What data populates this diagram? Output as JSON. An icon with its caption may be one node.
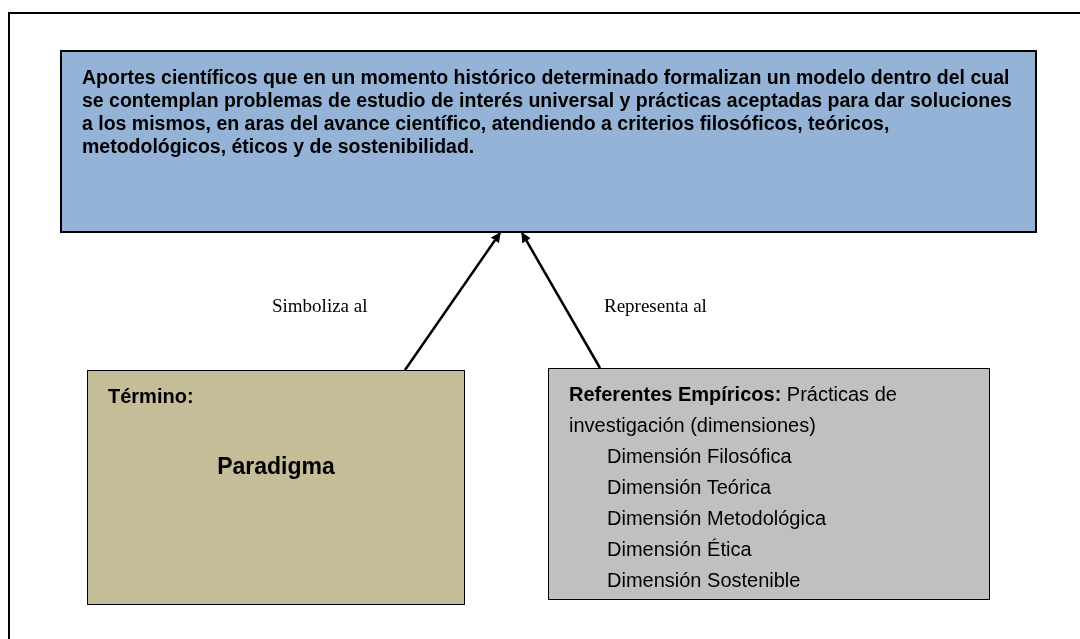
{
  "diagram": {
    "nodes": [
      {
        "text": [
          "Aportes científicos que en un momento histórico determinado formalizan un modelo dentro del cual se contemplan problemas de estudio de interés universal y prácticas aceptadas para dar soluciones a los mismos, en aras del avance científico, atendiendo a criterios filosóficos, teóricos, metodológicos, éticos y de sostenibilidad."
        ]
      },
      {
        "text": [
          "Término:",
          "Paradigma"
        ]
      },
      {
        "text": [
          "**Referentes Empíricos:** Prácticas de investigación (dimensiones)",
          "Dimensión Filosófica",
          "Dimensión Teórica",
          "Dimensión Metodológica",
          "Dimensión Ética",
          "Dimensión Sostenible"
        ]
      }
    ],
    "edges": [
      {
        "from": 1,
        "to": 0,
        "arrow": "to",
        "label": "Simboliza al"
      },
      {
        "from": 2,
        "to": 0,
        "arrow": "to",
        "label": "Representa al"
      }
    ]
  }
}
